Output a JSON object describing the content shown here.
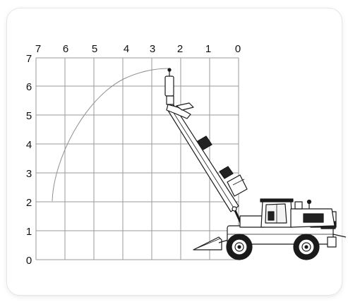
{
  "diagram": {
    "type": "reach-diagram",
    "x_axis": {
      "ticks": [
        "7",
        "6",
        "5",
        "4",
        "3",
        "2",
        "1",
        "0"
      ]
    },
    "y_axis": {
      "ticks": [
        "0",
        "1",
        "2",
        "3",
        "4",
        "5",
        "6",
        "7"
      ]
    },
    "grid": true,
    "machine": "wheeled-telescopic-boom-loader",
    "arc": "max-reach-envelope"
  },
  "colors": {
    "grid": "#9a9a9a",
    "ink": "#1a1a1a",
    "arc": "#8f8f8f"
  }
}
